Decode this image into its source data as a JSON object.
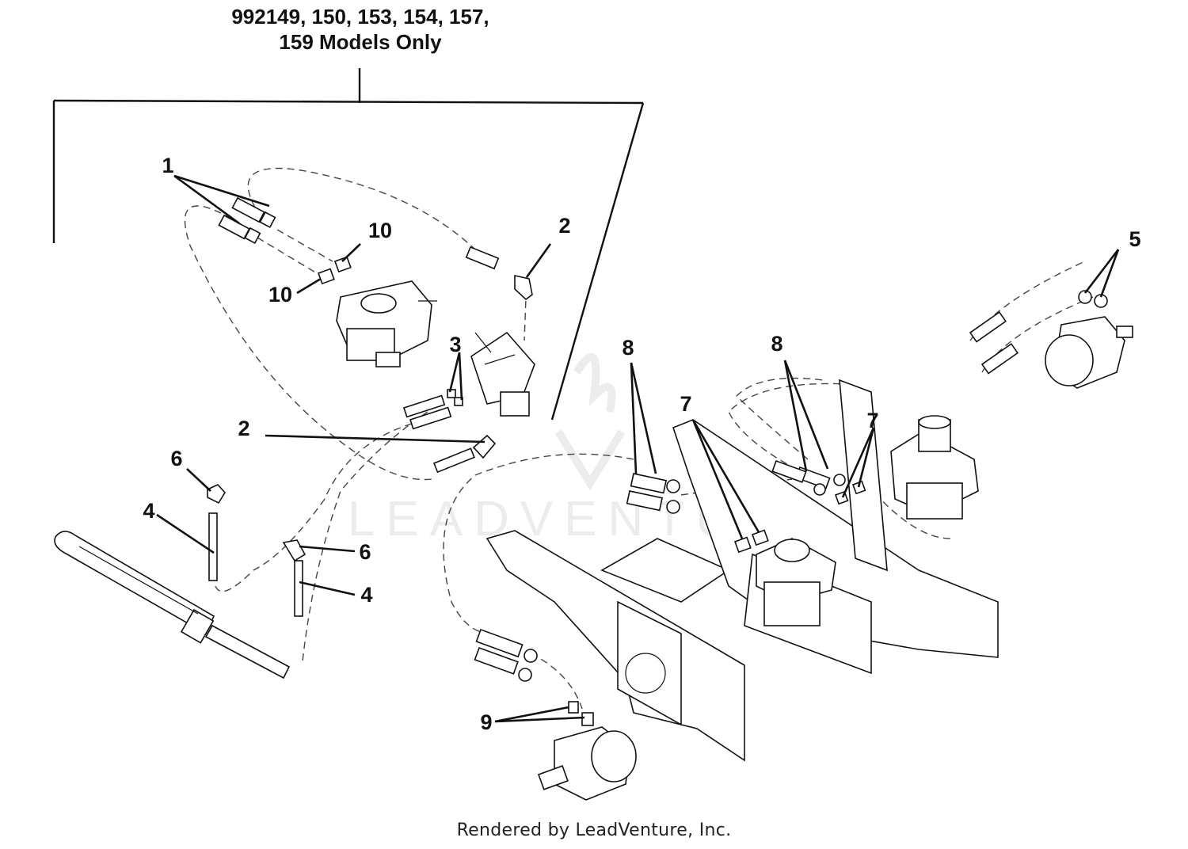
{
  "header": {
    "line1": "992149, 150, 153, 154, 157,",
    "line2": "159 Models Only"
  },
  "watermark": "LEADVENTURE",
  "callouts": {
    "c1": "1",
    "c2a": "2",
    "c2b": "2",
    "c3": "3",
    "c4a": "4",
    "c4b": "4",
    "c5": "5",
    "c6a": "6",
    "c6b": "6",
    "c7a": "7",
    "c7b": "7",
    "c8a": "8",
    "c8b": "8",
    "c9": "9",
    "c10a": "10",
    "c10b": "10"
  },
  "footer": "Rendered by LeadVenture, Inc."
}
